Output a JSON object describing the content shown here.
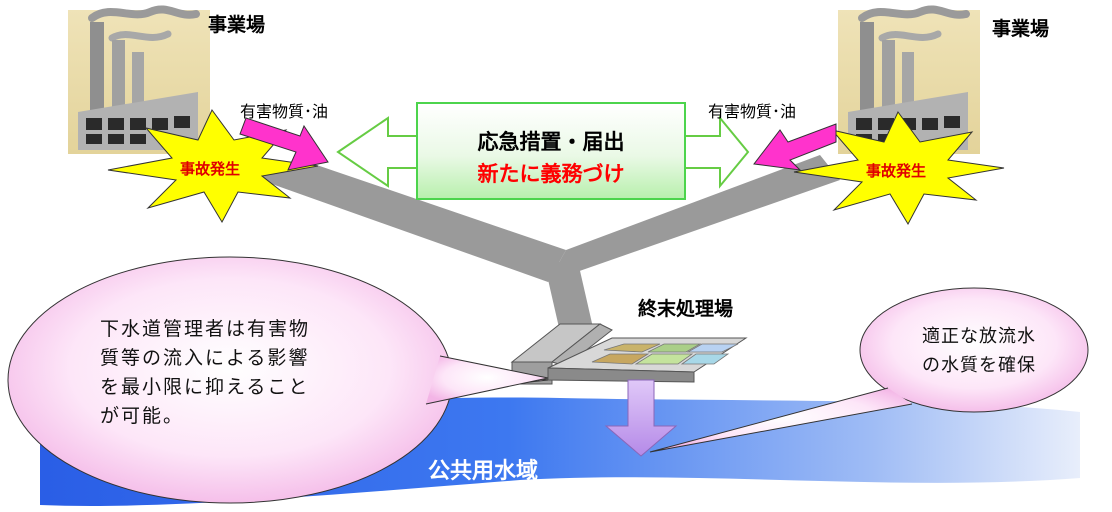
{
  "left_site": {
    "title": "事業場",
    "substance": "有害物質･油",
    "accident": "事故発生"
  },
  "right_site": {
    "title": "事業場",
    "substance": "有害物質･油",
    "accident": "事故発生"
  },
  "center_box": {
    "line1": "応急措置・届出",
    "line2": "新たに義務づけ"
  },
  "plant": {
    "title": "終末処理場"
  },
  "left_bubble": {
    "lines": [
      "下水道管理者は有害物",
      "質等の流入による影響",
      "を最小限に抑えること",
      "が可能。"
    ]
  },
  "right_bubble": {
    "lines": [
      "適正な放流水",
      "の水質を確保"
    ]
  },
  "water": {
    "label": "公共用水域"
  },
  "colors": {
    "pipe": "#9a9a9a",
    "magenta_arrow": "#ff33cc",
    "star_fill": "#ffff00",
    "accent_red": "#ff0000",
    "green_border": "#4cd44c",
    "water_blue": "#2f64e8",
    "bubble_pink": "#f9c9f0",
    "outflow_arrow": "#c89cf0"
  }
}
